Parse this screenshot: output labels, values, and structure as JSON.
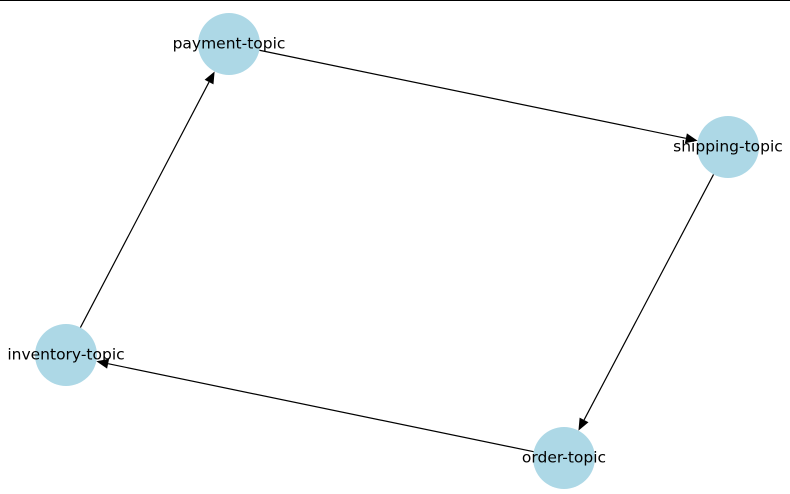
{
  "graph": {
    "node_color": "#add8e6",
    "edge_color": "#000000",
    "nodes": [
      {
        "id": "payment",
        "label": "payment-topic"
      },
      {
        "id": "shipping",
        "label": "shipping-topic"
      },
      {
        "id": "order",
        "label": "order-topic"
      },
      {
        "id": "inventory",
        "label": "inventory-topic"
      }
    ],
    "edges": [
      {
        "from": "payment",
        "to": "shipping"
      },
      {
        "from": "shipping",
        "to": "order"
      },
      {
        "from": "order",
        "to": "inventory"
      },
      {
        "from": "inventory",
        "to": "payment"
      }
    ]
  }
}
